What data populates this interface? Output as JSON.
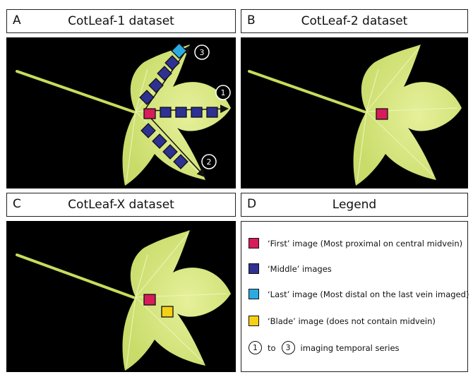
{
  "panels": {
    "A": {
      "letter": "A",
      "title": "CotLeaf-1 dataset"
    },
    "B": {
      "letter": "B",
      "title": "CotLeaf-2 dataset"
    },
    "C": {
      "letter": "C",
      "title": "CotLeaf-X dataset"
    },
    "D": {
      "letter": "D",
      "title": "Legend"
    }
  },
  "series_labels": [
    "1",
    "2",
    "3"
  ],
  "colors": {
    "first": "#d81b5a",
    "middle": "#2e3192",
    "last": "#29abe2",
    "blade": "#f5d016",
    "leaf": "#dbe98a",
    "background": "#000000"
  },
  "legend": {
    "first": "‘First’ image (Most proximal on central midvein)",
    "middle": "‘Middle’ images",
    "last": "‘Last’ image (Most distal on the last vein imaged)",
    "blade": "‘Blade’ image (does not contain midvein)",
    "series_from": "1",
    "series_to_word": "to",
    "series_to": "3",
    "series_text": "imaging temporal series"
  }
}
